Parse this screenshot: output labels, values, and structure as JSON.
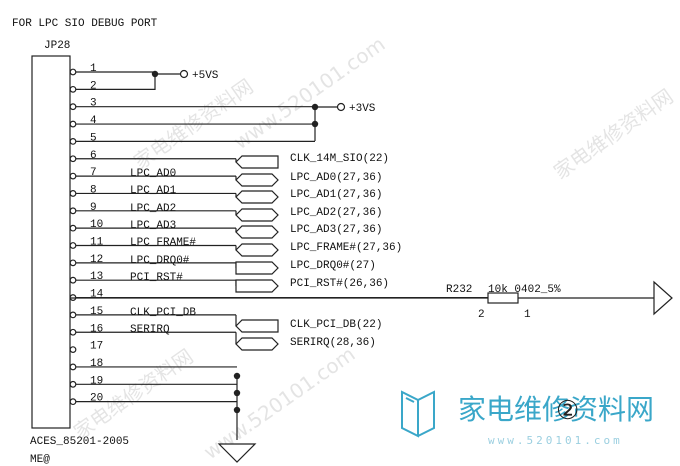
{
  "title": "FOR LPC SIO DEBUG PORT",
  "connector": {
    "ref": "JP28",
    "part": "ACES_85201-2005",
    "me": "ME@"
  },
  "pins": [
    "1",
    "2",
    "3",
    "4",
    "5",
    "6",
    "7",
    "8",
    "9",
    "10",
    "11",
    "12",
    "13",
    "14",
    "15",
    "16",
    "17",
    "18",
    "19",
    "20"
  ],
  "power": {
    "vs5": "+5VS",
    "vs3": "+3VS"
  },
  "nets": {
    "p7": "LPC_AD0",
    "p8": "LPC_AD1",
    "p9": "LPC_AD2",
    "p10": "LPC_AD3",
    "p11": "LPC_FRAME#",
    "p12": "LPC_DRQ0#",
    "p13": "PCI_RST#",
    "p15": "CLK_PCI_DB",
    "p16": "SERIRQ"
  },
  "offsheet": {
    "p6": "CLK_14M_SIO(22)",
    "p7": "LPC_AD0(27,36)",
    "p8": "LPC_AD1(27,36)",
    "p9": "LPC_AD2(27,36)",
    "p10": "LPC_AD3(27,36)",
    "p11": "LPC_FRAME#(27,36)",
    "p12": "LPC_DRQ0#(27)",
    "p13": "PCI_RST#(26,36)",
    "p15": "CLK_PCI_DB(22)",
    "p16": "SERIRQ(28,36)"
  },
  "resistor": {
    "ref": "R232",
    "value": "10k_0402_5%",
    "pin2": "2",
    "pin1": "1"
  },
  "watermark": {
    "text_cn": "家电维修资料网",
    "url": "www.520101.com",
    "site_url": "www.520101.com",
    "circled": "②"
  }
}
